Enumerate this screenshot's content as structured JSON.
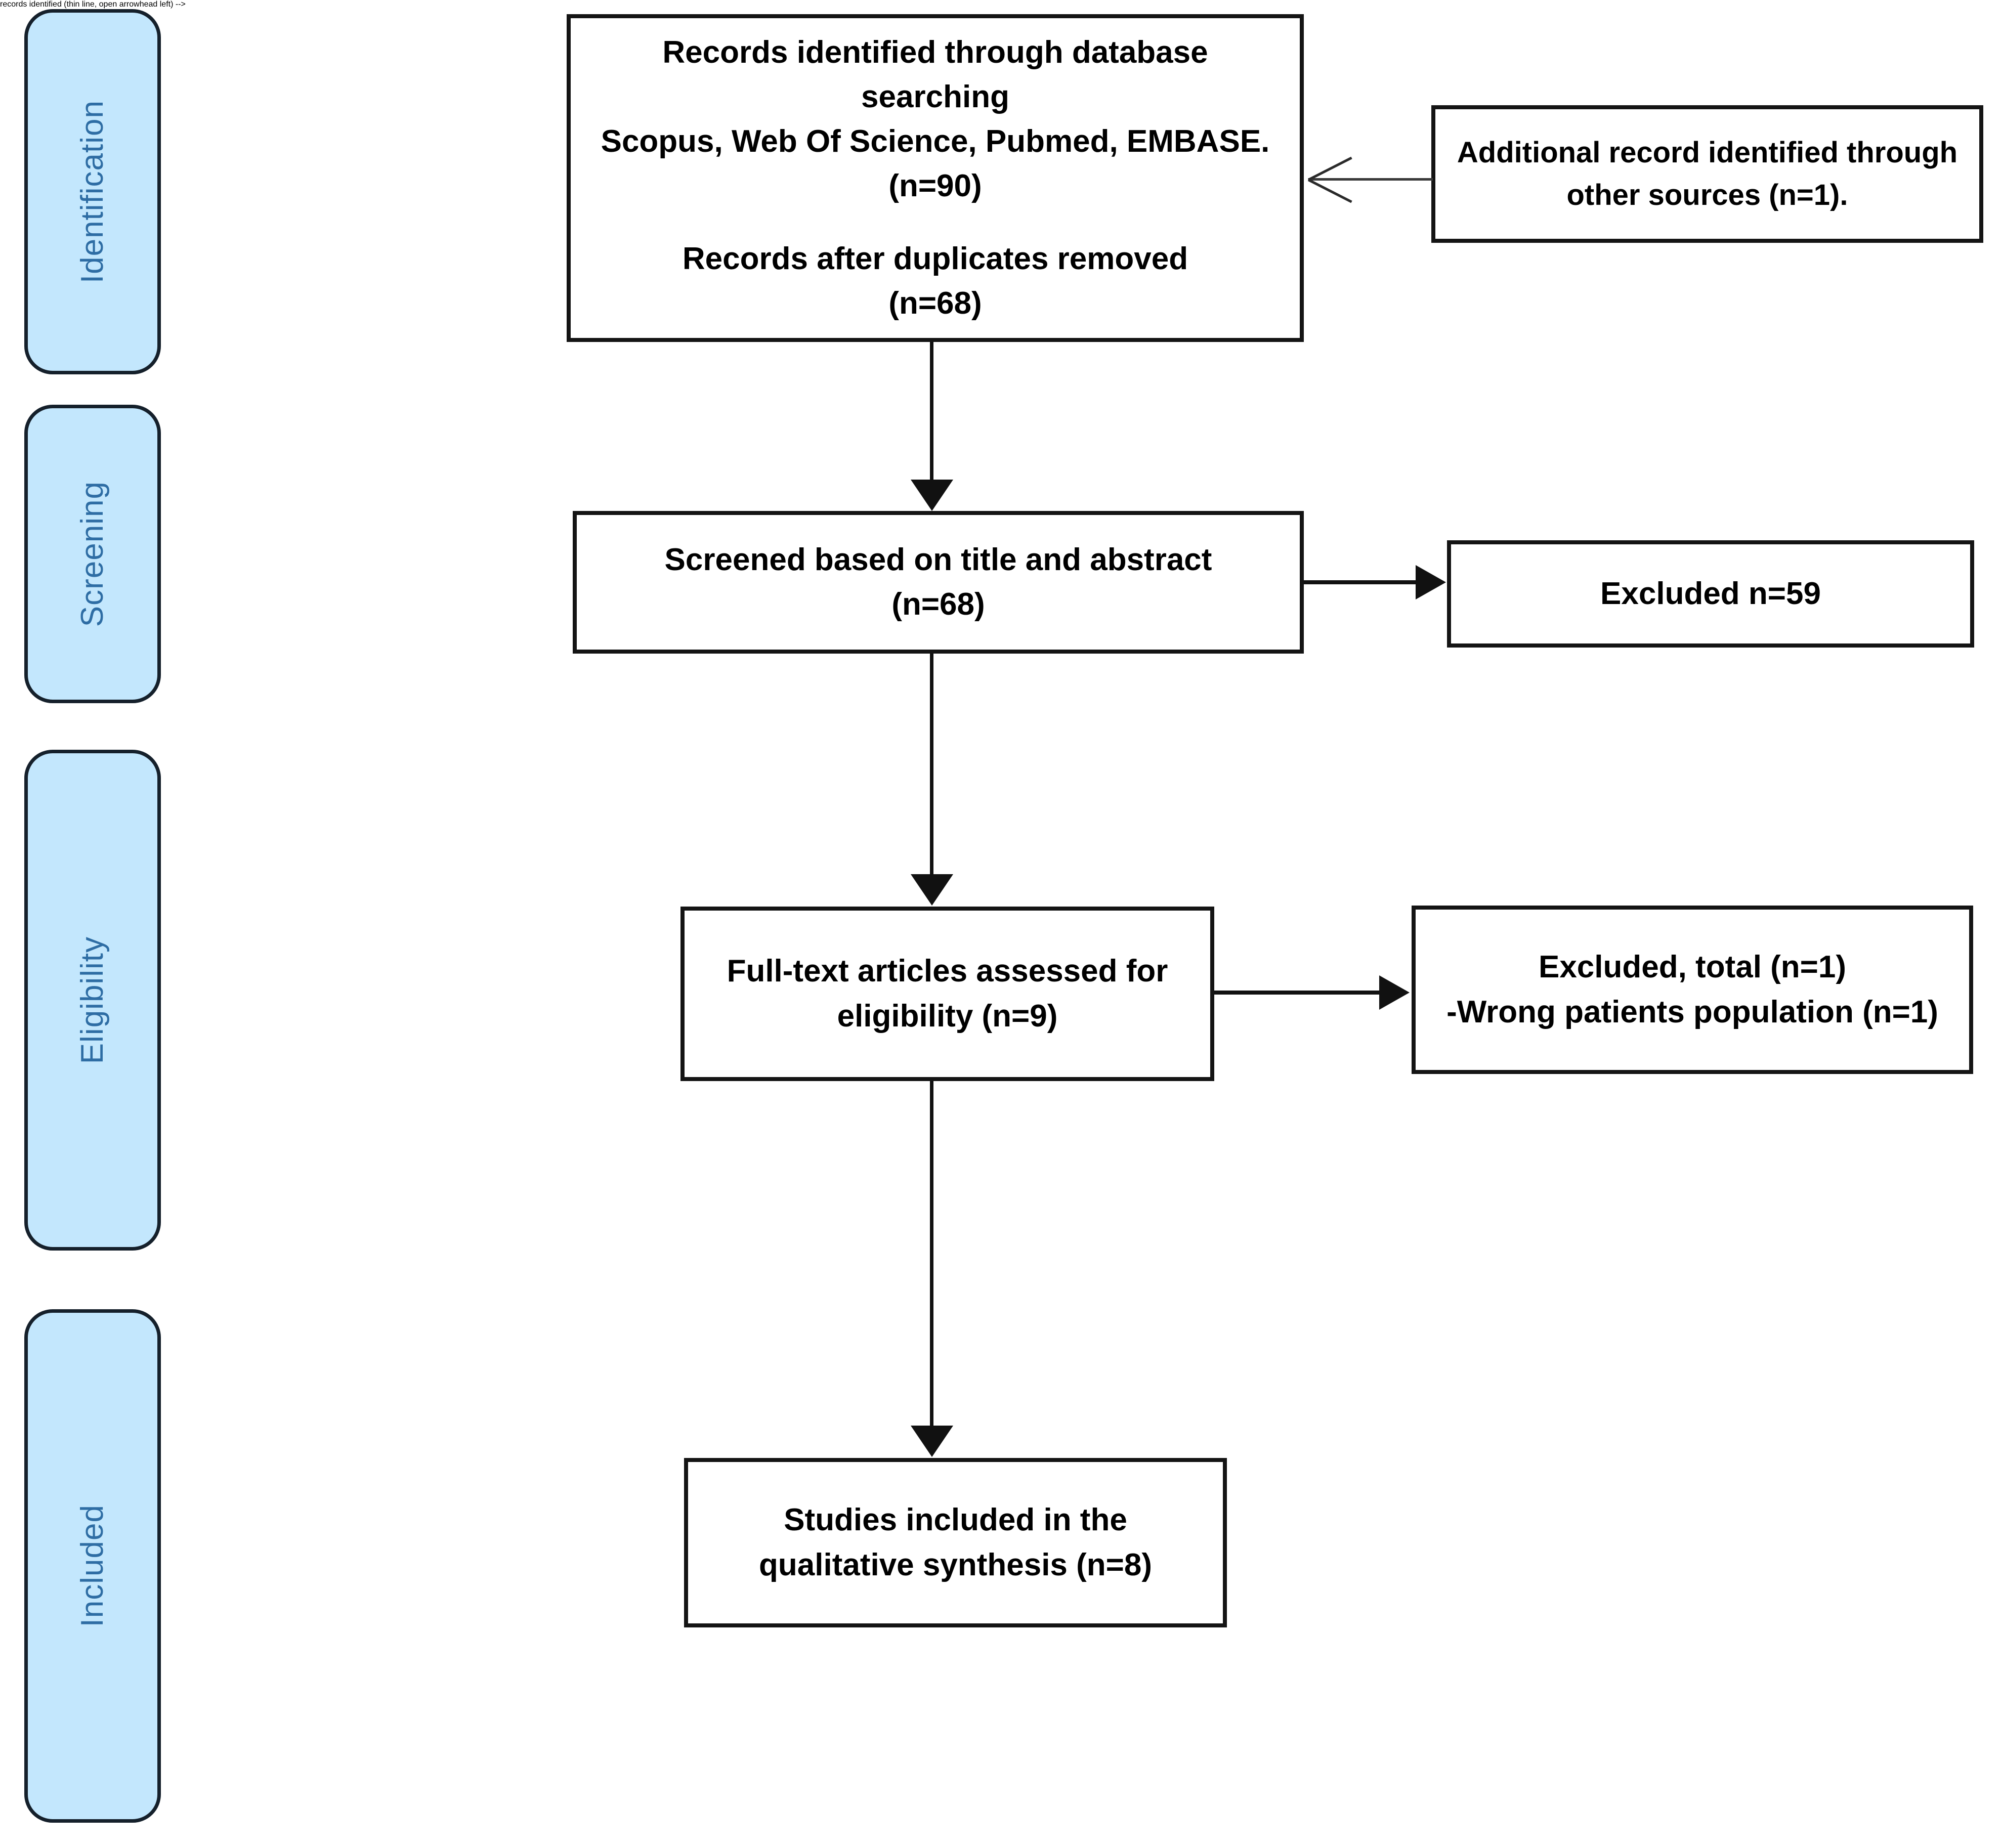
{
  "diagram": {
    "title": "PRISMA flow diagram",
    "colors": {
      "stage_fill": "#c3e7fd",
      "stage_border": "#15202b",
      "stage_text": "#2e6da4",
      "box_fill": "#ffffff",
      "box_border": "#141414",
      "connector": "#111111"
    }
  },
  "stages": [
    {
      "id": "identification",
      "label": "Identification"
    },
    {
      "id": "screening",
      "label": "Screening"
    },
    {
      "id": "eligibility",
      "label": "Eligibility"
    },
    {
      "id": "included",
      "label": "Included"
    }
  ],
  "boxes": {
    "records_identified": {
      "lines": [
        "Records identified through database searching",
        "Scopus, Web Of Science, Pubmed, EMBASE.",
        "(n=90)"
      ],
      "lines2": [
        "Records after duplicates removed",
        "(n=68)"
      ],
      "n_identified": 90,
      "n_after_duplicates": 68
    },
    "additional_records": {
      "lines": [
        "Additional record identified through",
        "other sources (n=1)."
      ],
      "n": 1
    },
    "screened": {
      "lines": [
        "Screened based on title and abstract",
        "(n=68)"
      ],
      "n": 68
    },
    "excluded_screening": {
      "lines": [
        "Excluded n=59"
      ],
      "n": 59
    },
    "fulltext_assessed": {
      "lines": [
        "Full-text articles assessed for",
        "eligibility (n=9)"
      ],
      "n": 9
    },
    "excluded_eligibility": {
      "lines": [
        "Excluded, total (n=1)",
        "-Wrong patients population (n=1)"
      ],
      "n_total": 1,
      "n_wrong_population": 1
    },
    "studies_included": {
      "lines": [
        "Studies included in the",
        "qualitative synthesis (n=8)"
      ],
      "n": 8
    }
  }
}
